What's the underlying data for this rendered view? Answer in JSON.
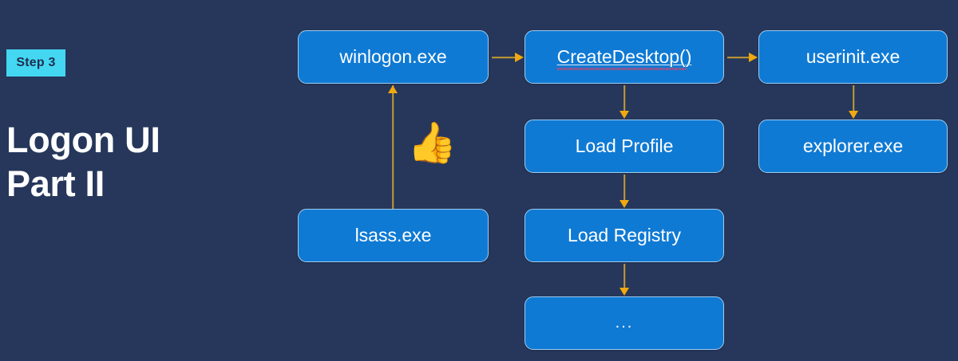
{
  "slide": {
    "background_color": "#26375b",
    "step_badge": {
      "label": "Step 3",
      "background_color": "#44d7f2",
      "text_color": "#1e3050"
    },
    "title_line_1": "Logon UI",
    "title_line_2": "Part II",
    "title_color": "#ffffff"
  },
  "diagram": {
    "node_fill": "#0f7ad4",
    "node_border": "#9ecdf0",
    "node_text_color": "#ffffff",
    "arrow_color": "#f0a90f",
    "arrow_line_color": "#c49a32",
    "nodes": [
      {
        "id": "winlogon",
        "label": "winlogon.exe",
        "spellcheck_error": false
      },
      {
        "id": "createdesktop",
        "label": "CreateDesktop()",
        "spellcheck_error": true
      },
      {
        "id": "userinit",
        "label": "userinit.exe",
        "spellcheck_error": false
      },
      {
        "id": "loadprofile",
        "label": "Load Profile",
        "spellcheck_error": false
      },
      {
        "id": "explorer",
        "label": "explorer.exe",
        "spellcheck_error": false
      },
      {
        "id": "lsass",
        "label": "lsass.exe",
        "spellcheck_error": false
      },
      {
        "id": "loadregistry",
        "label": "Load Registry",
        "spellcheck_error": false
      },
      {
        "id": "ellipsis",
        "label": "...",
        "spellcheck_error": false
      }
    ],
    "edges": [
      {
        "from": "winlogon",
        "to": "createdesktop",
        "direction": "right"
      },
      {
        "from": "createdesktop",
        "to": "userinit",
        "direction": "right"
      },
      {
        "from": "createdesktop",
        "to": "loadprofile",
        "direction": "down"
      },
      {
        "from": "userinit",
        "to": "explorer",
        "direction": "down"
      },
      {
        "from": "lsass",
        "to": "winlogon",
        "direction": "up"
      },
      {
        "from": "loadprofile",
        "to": "loadregistry",
        "direction": "down"
      },
      {
        "from": "loadregistry",
        "to": "ellipsis",
        "direction": "down"
      }
    ],
    "annotation": {
      "icon": "thumbs-up-emoji",
      "glyph": "👍"
    }
  }
}
